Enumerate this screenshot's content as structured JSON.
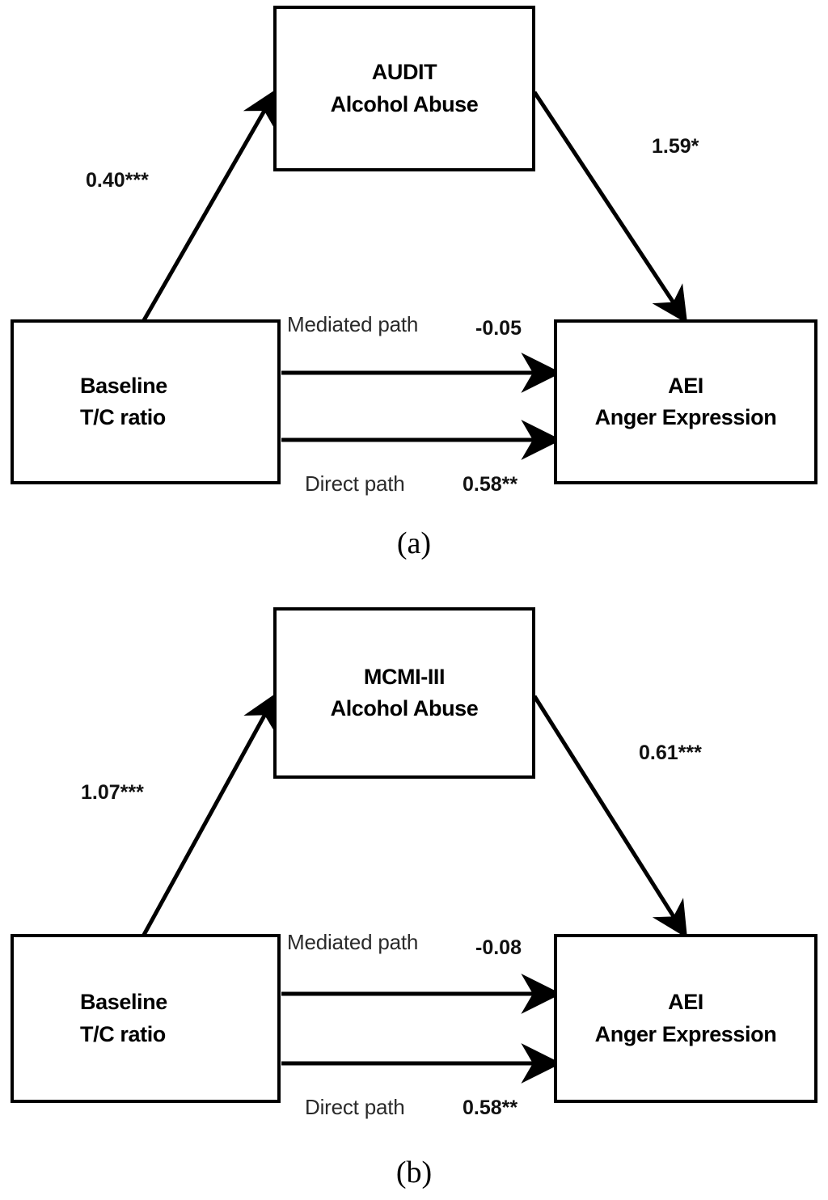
{
  "figure": {
    "type": "mediation-path-diagram",
    "panels": [
      {
        "caption": "(a)",
        "nodes": {
          "predictor": {
            "line1": "Baseline",
            "line2": "T/C ratio"
          },
          "mediator": {
            "line1": "AUDIT",
            "line2": "Alcohol Abuse"
          },
          "outcome": {
            "line1": "AEI",
            "line2": "Anger Expression"
          }
        },
        "paths": {
          "a_path": {
            "coefficient": "0.40***"
          },
          "b_path": {
            "coefficient": "1.59*"
          },
          "mediated": {
            "name": "Mediated path",
            "coefficient": "-0.05"
          },
          "direct": {
            "name": "Direct path",
            "coefficient": "0.58**"
          }
        }
      },
      {
        "caption": "(b)",
        "nodes": {
          "predictor": {
            "line1": "Baseline",
            "line2": "T/C ratio"
          },
          "mediator": {
            "line1": "MCMI-III",
            "line2": "Alcohol Abuse"
          },
          "outcome": {
            "line1": "AEI",
            "line2": "Anger Expression"
          }
        },
        "paths": {
          "a_path": {
            "coefficient": "1.07***"
          },
          "b_path": {
            "coefficient": "0.61***"
          },
          "mediated": {
            "name": "Mediated path",
            "coefficient": "-0.08"
          },
          "direct": {
            "name": "Direct path",
            "coefficient": "0.58**"
          }
        }
      }
    ],
    "colors": {
      "stroke": "#000000",
      "background": "#ffffff",
      "text": "#000000"
    }
  }
}
